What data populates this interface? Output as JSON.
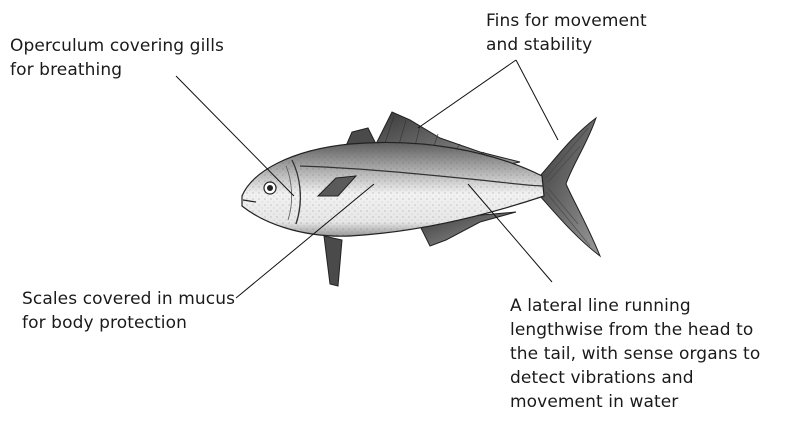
{
  "labels": {
    "fins": [
      "Fins for movement",
      "and stability"
    ],
    "operculum": [
      "Operculum covering gills",
      "for breathing"
    ],
    "scales": [
      "Scales covered in mucus",
      "for body protection"
    ],
    "lateral_line": [
      "A lateral line running",
      "lengthwise from the head to",
      "the tail, with sense organs to",
      "detect vibrations and",
      "movement in water"
    ]
  },
  "colors": {
    "text": "#1a1a1a",
    "line": "#111111",
    "fish_fill": "#d9d9d9",
    "fish_shadow": "#7a7a7a"
  }
}
